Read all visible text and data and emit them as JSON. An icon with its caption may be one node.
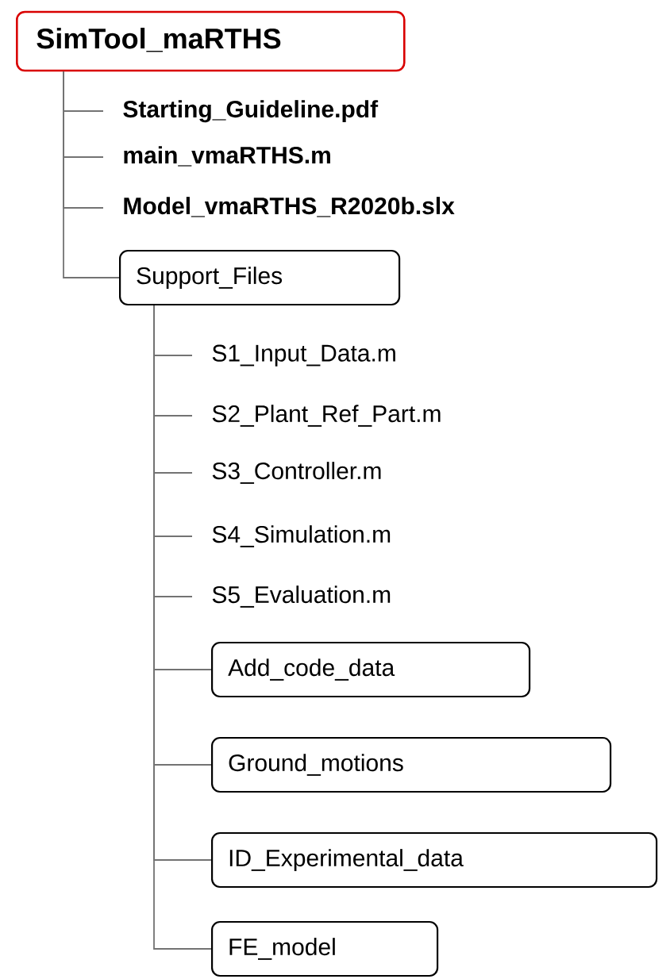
{
  "diagram": {
    "nodes": [
      {
        "text": [
          "SimTool_maRTHS"
        ]
      },
      {
        "text": [
          "Starting_Guideline.pdf"
        ]
      },
      {
        "text": [
          "main_vmaRTHS.m"
        ]
      },
      {
        "text": [
          "Model_vmaRTHS_R2020b.slx"
        ]
      },
      {
        "text": [
          "Support_Files"
        ]
      },
      {
        "text": [
          "S1_Input_Data.m"
        ]
      },
      {
        "text": [
          "S2_Plant_Ref_Part.m"
        ]
      },
      {
        "text": [
          "S3_Controller.m"
        ]
      },
      {
        "text": [
          "S4_Simulation.m"
        ]
      },
      {
        "text": [
          "S5_Evaluation.m"
        ]
      },
      {
        "text": [
          "Add_code_data"
        ]
      },
      {
        "text": [
          "Ground_motions"
        ]
      },
      {
        "text": [
          "ID_Experimental_data"
        ]
      },
      {
        "text": [
          "FE_model"
        ]
      }
    ],
    "edges": [
      {
        "from": 0,
        "to": 1,
        "arrow": "none"
      },
      {
        "from": 0,
        "to": 2,
        "arrow": "none"
      },
      {
        "from": 0,
        "to": 3,
        "arrow": "none"
      },
      {
        "from": 0,
        "to": 4,
        "arrow": "none"
      },
      {
        "from": 4,
        "to": 5,
        "arrow": "none"
      },
      {
        "from": 4,
        "to": 6,
        "arrow": "none"
      },
      {
        "from": 4,
        "to": 7,
        "arrow": "none"
      },
      {
        "from": 4,
        "to": 8,
        "arrow": "none"
      },
      {
        "from": 4,
        "to": 9,
        "arrow": "none"
      },
      {
        "from": 4,
        "to": 10,
        "arrow": "none"
      },
      {
        "from": 4,
        "to": 11,
        "arrow": "none"
      },
      {
        "from": 4,
        "to": 12,
        "arrow": "none"
      },
      {
        "from": 4,
        "to": 13,
        "arrow": "none"
      }
    ]
  }
}
